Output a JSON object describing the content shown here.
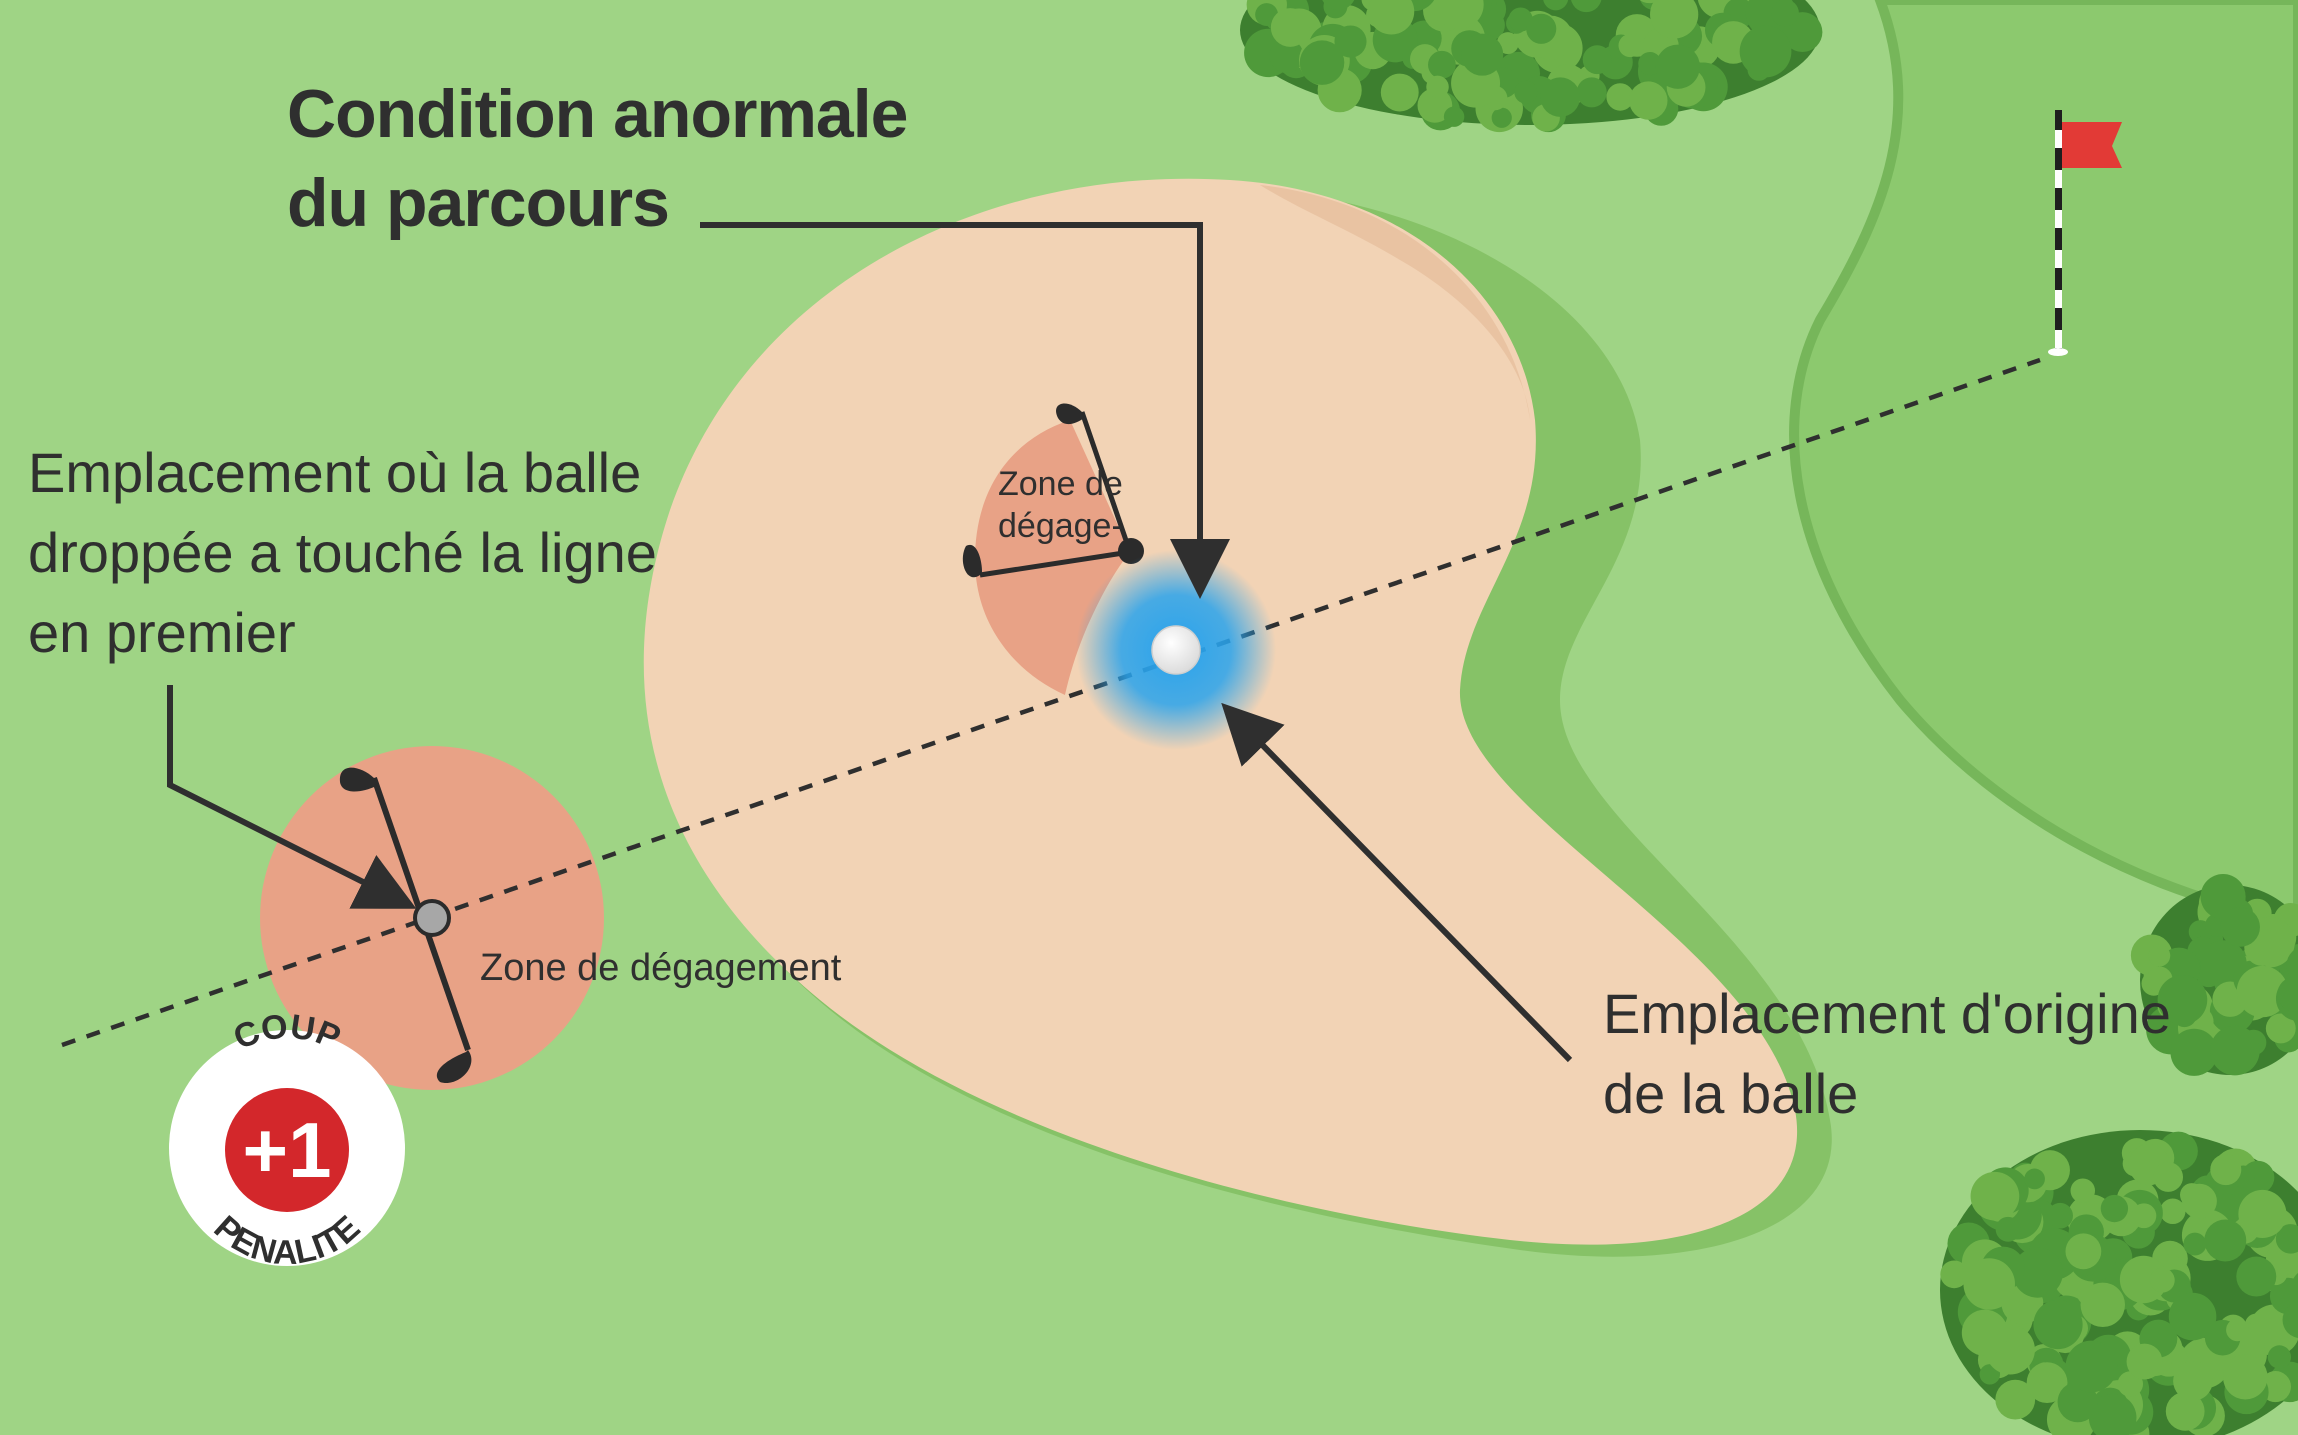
{
  "diagram": {
    "title_line1": "Condition anormale",
    "title_line2": "du parcours",
    "first_touch_label_line1": "Emplacement où la balle",
    "first_touch_label_line2": "droppée a touché la ligne",
    "first_touch_label_line3": "en premier",
    "relief_zone_label": "Zone de dégagement",
    "small_zone_label_line1": "Zone de",
    "small_zone_label_line2": "dégage-",
    "original_spot_label_line1": "Emplacement d'origine",
    "original_spot_label_line2": "de la balle",
    "penalty_badge": {
      "top_text": "COUP",
      "number": "+1",
      "bottom_text": "PENALITE"
    }
  },
  "colors": {
    "rough": "#9fd485",
    "green": "#8cc96e",
    "bunker_sand": "#f2d3b5",
    "bunker_lip": "#e6bf9e",
    "relief_zone": "#e8a286",
    "ball_glow": "#29a3ec",
    "flag": "#e23a36",
    "penalty_red": "#d3272b",
    "text": "#2f2f2f",
    "tree_dark": "#3d7f2f",
    "tree_light": "#6fb24a"
  },
  "icons": [
    "golf-ball-icon",
    "flag-icon",
    "club-icon",
    "tree-icon",
    "arrow-icon"
  ]
}
